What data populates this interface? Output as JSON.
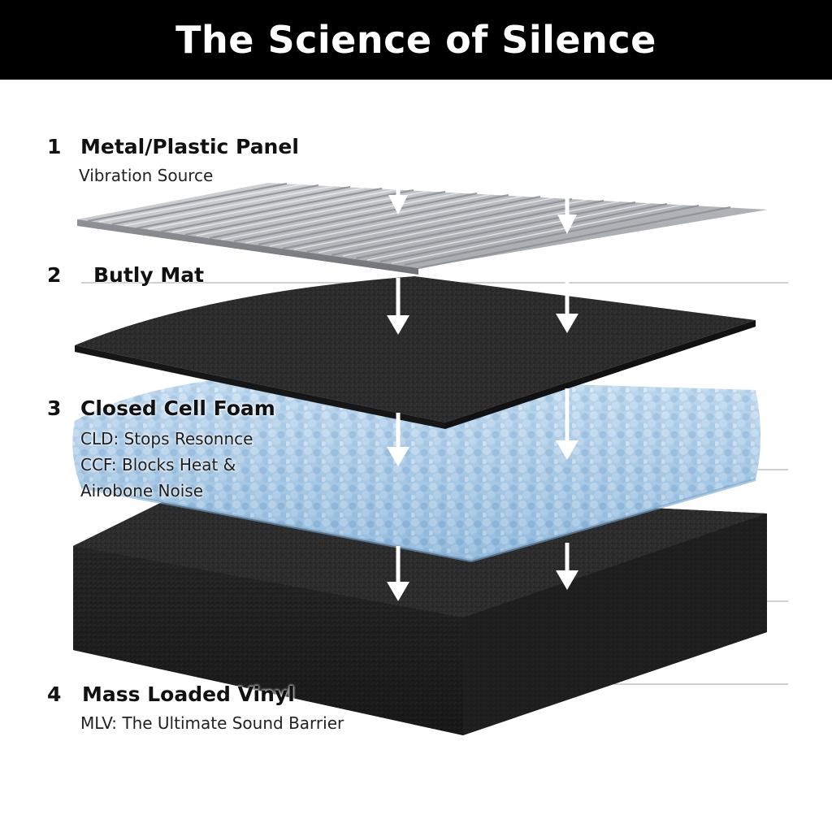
{
  "title": "The Science of Silence",
  "layers": [
    {
      "number": "1",
      "name": "Metal/Plastic Panel",
      "description": [
        "Vibration Source"
      ],
      "material": "corrugated-metal"
    },
    {
      "number": "2",
      "name": "Butly Mat",
      "description": [],
      "material": "black-textured-mat"
    },
    {
      "number": "3",
      "name": "Closed Cell Foam",
      "description": [
        "CLD: Stops Resonnce",
        "CCF: Blocks Heat &",
        "Airobone Noise"
      ],
      "material": "light-blue-foam"
    },
    {
      "number": "4",
      "name": "Mass Loaded Vinyl",
      "description": [
        "MLV: The Ultimate Sound Barrier"
      ],
      "material": "black-vinyl-slab"
    }
  ],
  "colors": {
    "title_bar": "#000000",
    "title_text": "#ffffff",
    "metal": "#b8bcc0",
    "mat": "#2b2b2b",
    "foam": "#a9cbe6",
    "vinyl": "#2e2e2e",
    "arrow": "#ffffff",
    "leader_line": "#9a9a9a"
  },
  "icons": [
    "down-arrow-icon"
  ]
}
